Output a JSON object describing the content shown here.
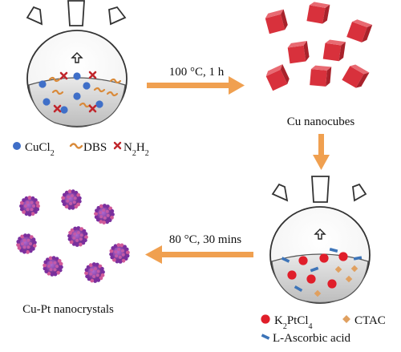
{
  "step1": {
    "condition": "100 °C, 1 h"
  },
  "step2": {
    "condition": "80 °C, 30 mins"
  },
  "product1": {
    "label": "Cu nanocubes"
  },
  "product2": {
    "label": "Cu-Pt nanocrystals"
  },
  "legend1": {
    "cucl2": {
      "base": "CuCl",
      "sub": "2"
    },
    "dbs": "DBS",
    "n2h2": {
      "a": "N",
      "a_sub": "2",
      "b": "H",
      "b_sub": "2"
    }
  },
  "legend2": {
    "k2ptcl4": {
      "a": "K",
      "a_sub": "2",
      "b": "PtCl",
      "b_sub": "4"
    },
    "ctac": "CTAC",
    "ascorbic": "L-Ascorbic acid"
  },
  "colors": {
    "arrow": "#f0a050",
    "cu_blue": "#3f6fc8",
    "dbs_orange": "#d98a3a",
    "n2h2_red": "#c0262c",
    "cube_red": "#d8313c",
    "pt_red": "#e01e2a",
    "ctac_orange": "#e0a060",
    "ascorbic_blue": "#3c74b8",
    "nanocrystal_purple": "#8a3fa8",
    "liquid_gray": "#d8d8d8"
  }
}
